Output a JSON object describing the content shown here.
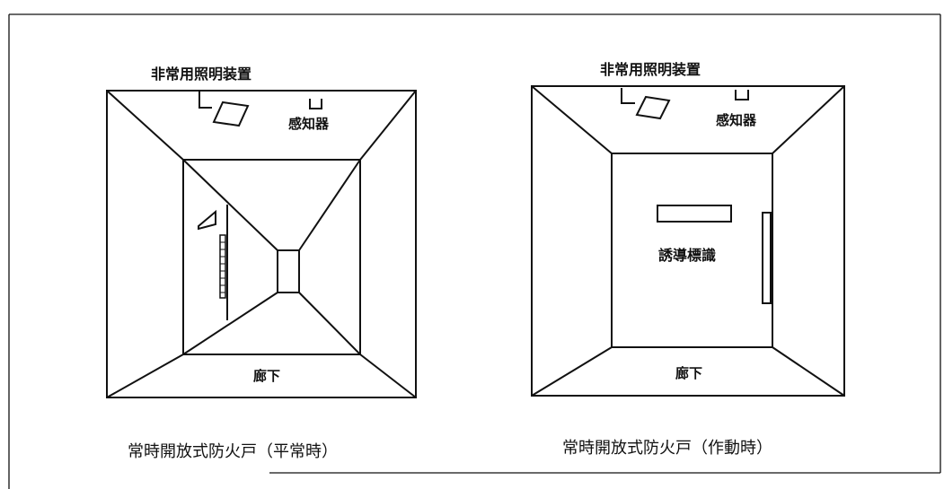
{
  "left_panel": {
    "top_label": "非常用照明装置",
    "sensor_label": "感知器",
    "floor_label": "廊下",
    "caption": "常時開放式防火戸（平常時）"
  },
  "right_panel": {
    "top_label": "非常用照明装置",
    "sensor_label": "感知器",
    "sign_label": "誘導標識",
    "floor_label": "廊下",
    "caption": "常時開放式防火戸（作動時）"
  },
  "colors": {
    "line": "#111111",
    "background": "#ffffff"
  }
}
